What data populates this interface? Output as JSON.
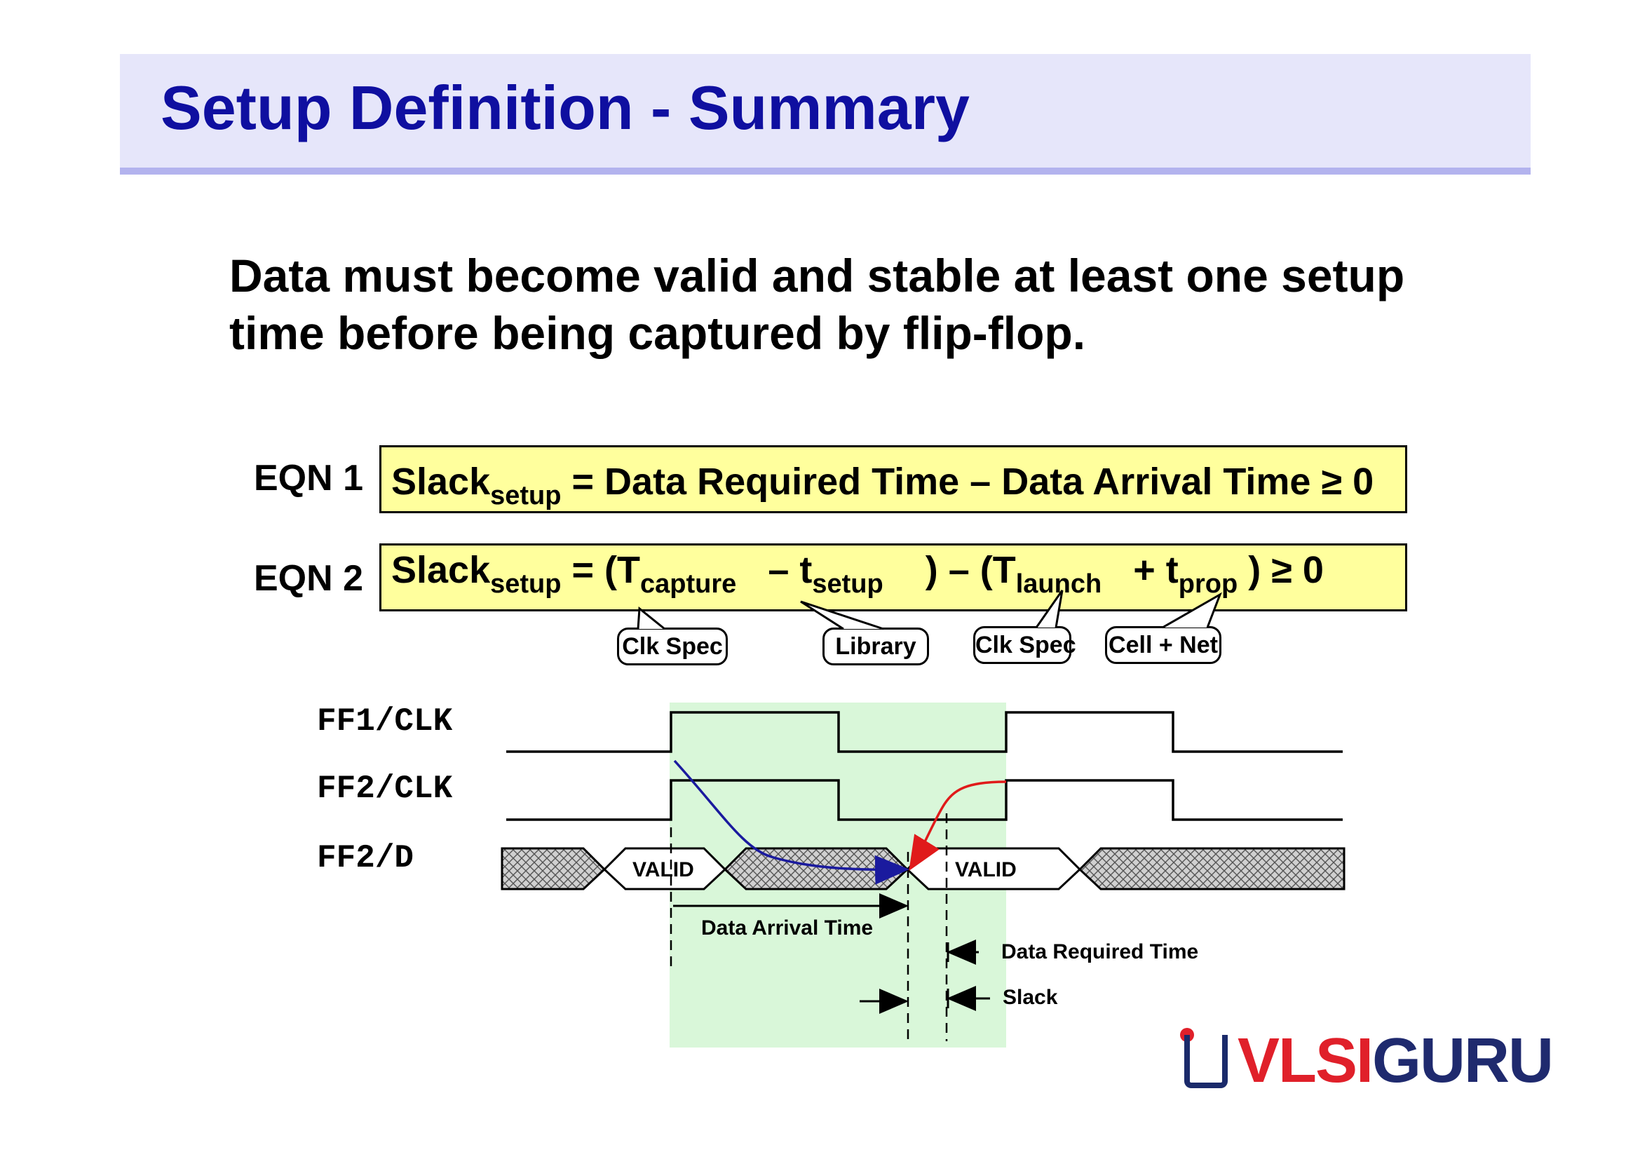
{
  "title": "Setup Definition - Summary",
  "intro": "Data must become valid and stable at least one setup time before being captured by flip-flop.",
  "equations": [
    {
      "label": "EQN 1",
      "slack": "Slack",
      "slack_sub": "setup",
      "rhs": "= Data Required Time – Data Arrival Time ≥  0"
    },
    {
      "label": "EQN 2",
      "slack": "Slack",
      "slack_sub": "setup",
      "open": "= (T",
      "capture_sub": "capture",
      "minus": "–  t",
      "setup_sub": "setup",
      "mid": ") –  (T",
      "launch_sub": "launch",
      "plus": "+  t",
      "prop_sub": "prop",
      "close": ") ≥  0"
    }
  ],
  "callouts": [
    "Clk Spec",
    "Library",
    "Clk Spec",
    "Cell + Net"
  ],
  "signals": [
    "FF1/CLK",
    "FF2/CLK",
    "FF2/D"
  ],
  "data_labels": {
    "valid_1": "VALID",
    "valid_2": "VALID",
    "arrival": "Data Arrival Time",
    "required": "Data Required Time",
    "slack": "Slack"
  },
  "colors": {
    "title": "#0f0fa0",
    "title_bg": "#e6e6fa",
    "eqn_bg": "#ffff9d",
    "window": "#d9f7d9",
    "launch_path": "#1a1a9e",
    "capture_path": "#e01a1a"
  },
  "logo": {
    "mark": "logo-icon",
    "part1": "VLSI",
    "part2": "GURU"
  }
}
